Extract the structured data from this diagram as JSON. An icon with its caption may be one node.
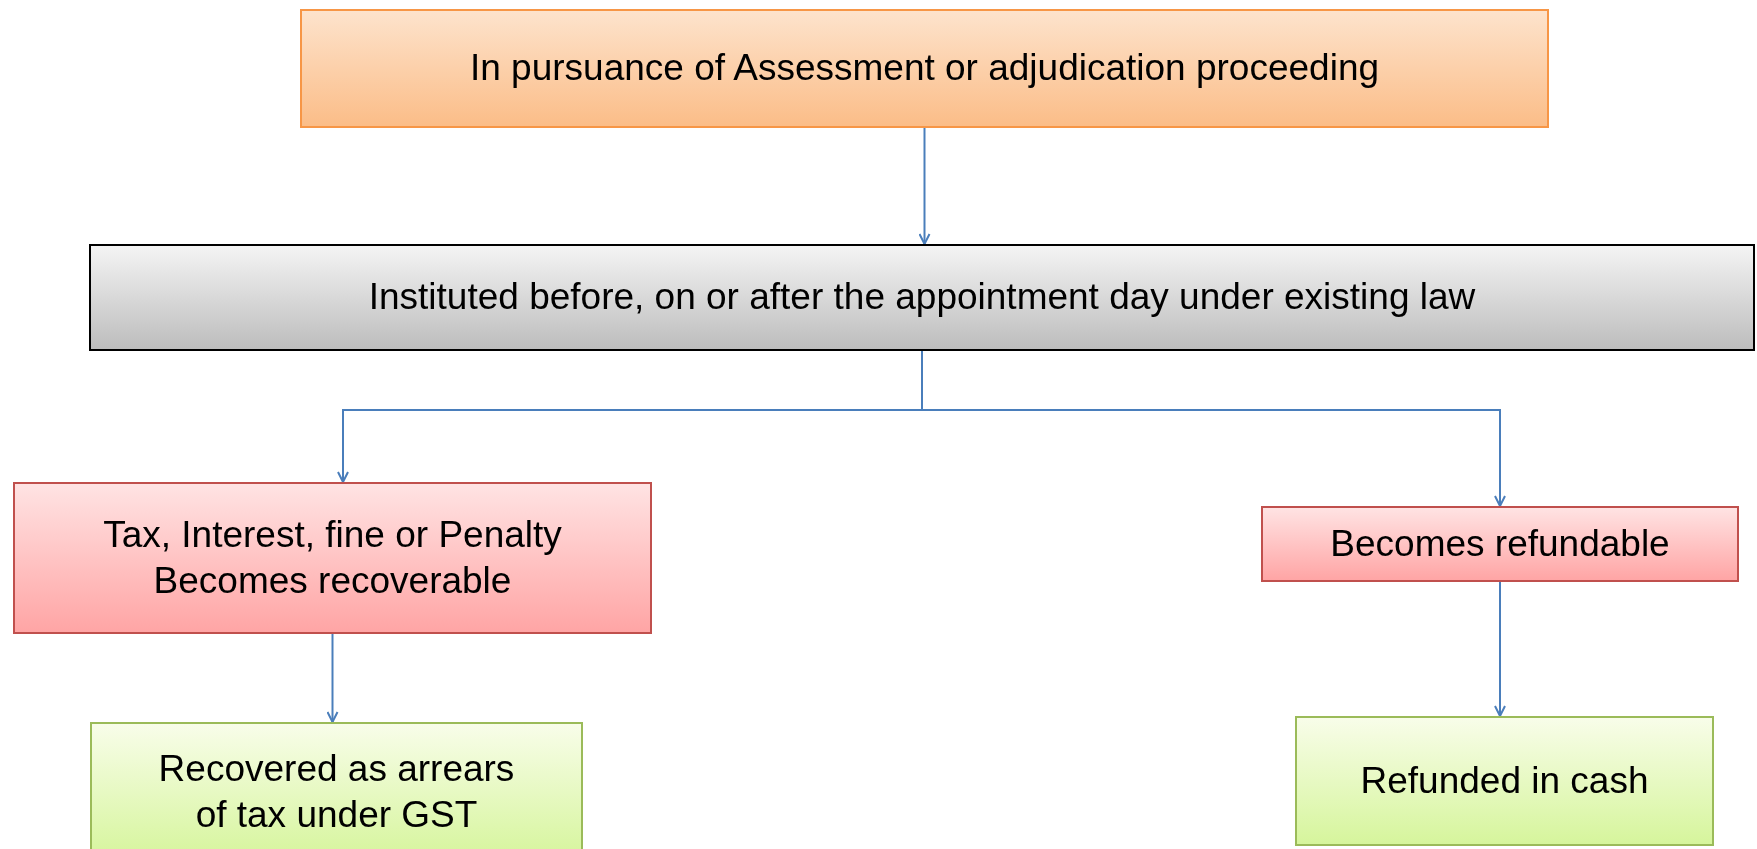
{
  "diagram": {
    "nodes": [
      {
        "text": [
          "In pursuance of Assessment or adjudication proceeding"
        ]
      },
      {
        "text": [
          "Instituted before, on or after the appointment day under existing law"
        ]
      },
      {
        "text": [
          "Tax, Interest, fine or Penalty Becomes recoverable"
        ]
      },
      {
        "text": [
          "Becomes refundable"
        ]
      },
      {
        "text": [
          "Recovered as arrears of tax under GST"
        ]
      },
      {
        "text": [
          "Refunded in cash"
        ]
      }
    ],
    "edges": [
      {
        "from": 0,
        "to": 1,
        "arrow": "to"
      },
      {
        "from": 1,
        "to": 2,
        "arrow": "to"
      },
      {
        "from": 1,
        "to": 3,
        "arrow": "to"
      },
      {
        "from": 2,
        "to": 4,
        "arrow": "to"
      },
      {
        "from": 3,
        "to": 5,
        "arrow": "to"
      }
    ]
  }
}
